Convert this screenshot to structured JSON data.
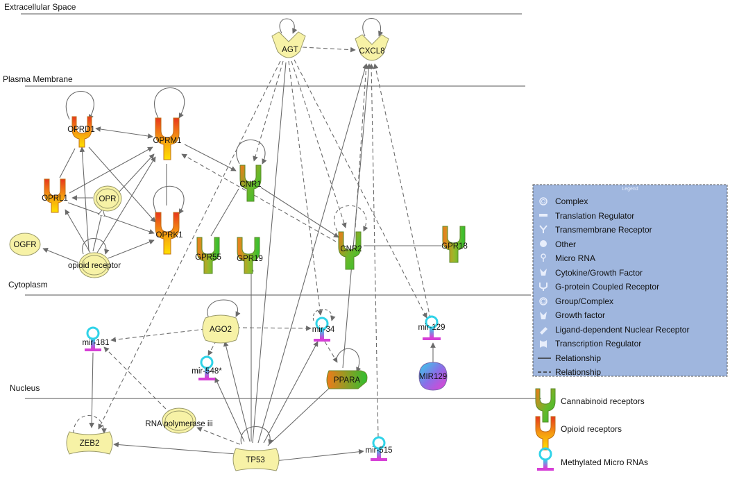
{
  "compartments": {
    "extracellular": "Extracellular Space",
    "plasma_membrane": "Plasma Membrane",
    "cytoplasm": "Cytoplasm",
    "nucleus": "Nucleus"
  },
  "nodes": {
    "AGT": "AGT",
    "CXCL8": "CXCL8",
    "OPRD1": "OPRD1",
    "OPRM1": "OPRM1",
    "OPRL1": "OPRL1",
    "OPR": "OPR",
    "OPRK1": "OPRK1",
    "OGFR": "OGFR",
    "opioid_receptor": "opioid receptor",
    "CNR1": "CNR1",
    "CNR2": "CNR2",
    "GPR18": "GPR18",
    "GPR55": "GPR55",
    "GPR19": "GPR19",
    "AGO2": "AGO2",
    "mir181": "mir-181",
    "mir548": "mir-548*",
    "mir34": "mir-34",
    "mir129": "mir-129",
    "MIR129": "MIR129",
    "PPARA": "PPARA",
    "ZEB2": "ZEB2",
    "RNA_pol": "RNA polymerase iii",
    "TP53": "TP53",
    "mir515": "mir-515"
  },
  "legend": {
    "title": "Legend",
    "items": [
      {
        "icon": "complex-icon",
        "label": "Complex"
      },
      {
        "icon": "translation-regulator-icon",
        "label": "Translation Regulator"
      },
      {
        "icon": "transmembrane-receptor-icon",
        "label": "Transmembrane Receptor"
      },
      {
        "icon": "other-icon",
        "label": "Other"
      },
      {
        "icon": "micro-rna-icon",
        "label": "Micro RNA"
      },
      {
        "icon": "cytokine-icon",
        "label": "Cytokine/Growth Factor"
      },
      {
        "icon": "gpcr-icon",
        "label": "G-protein Coupled Receptor"
      },
      {
        "icon": "group-complex-icon",
        "label": "Group/Complex"
      },
      {
        "icon": "growth-factor-icon",
        "label": "Growth factor"
      },
      {
        "icon": "nuclear-receptor-icon",
        "label": "Ligand-dependent Nuclear Receptor"
      },
      {
        "icon": "transcription-regulator-icon",
        "label": "Transcription Regulator"
      },
      {
        "icon": "solid-line-icon",
        "label": "Relationship"
      },
      {
        "icon": "dashed-line-icon",
        "label": "Relationship"
      }
    ]
  },
  "key": {
    "cannabinoid": "Cannabinoid receptors",
    "opioid": "Opioid receptors",
    "methylated": "Methylated Micro RNAs"
  },
  "colors": {
    "legend_bg": "#9fb6de",
    "node_yellow": "#f7f2a6",
    "opioid_red": "#e8361c",
    "opioid_yellow": "#ffe000",
    "cannabinoid_green": "#2fbf2f",
    "cannabinoid_orange": "#f07a1a",
    "mirna_cyan": "#2fd3e8",
    "mirna_magenta": "#d63fd6"
  }
}
